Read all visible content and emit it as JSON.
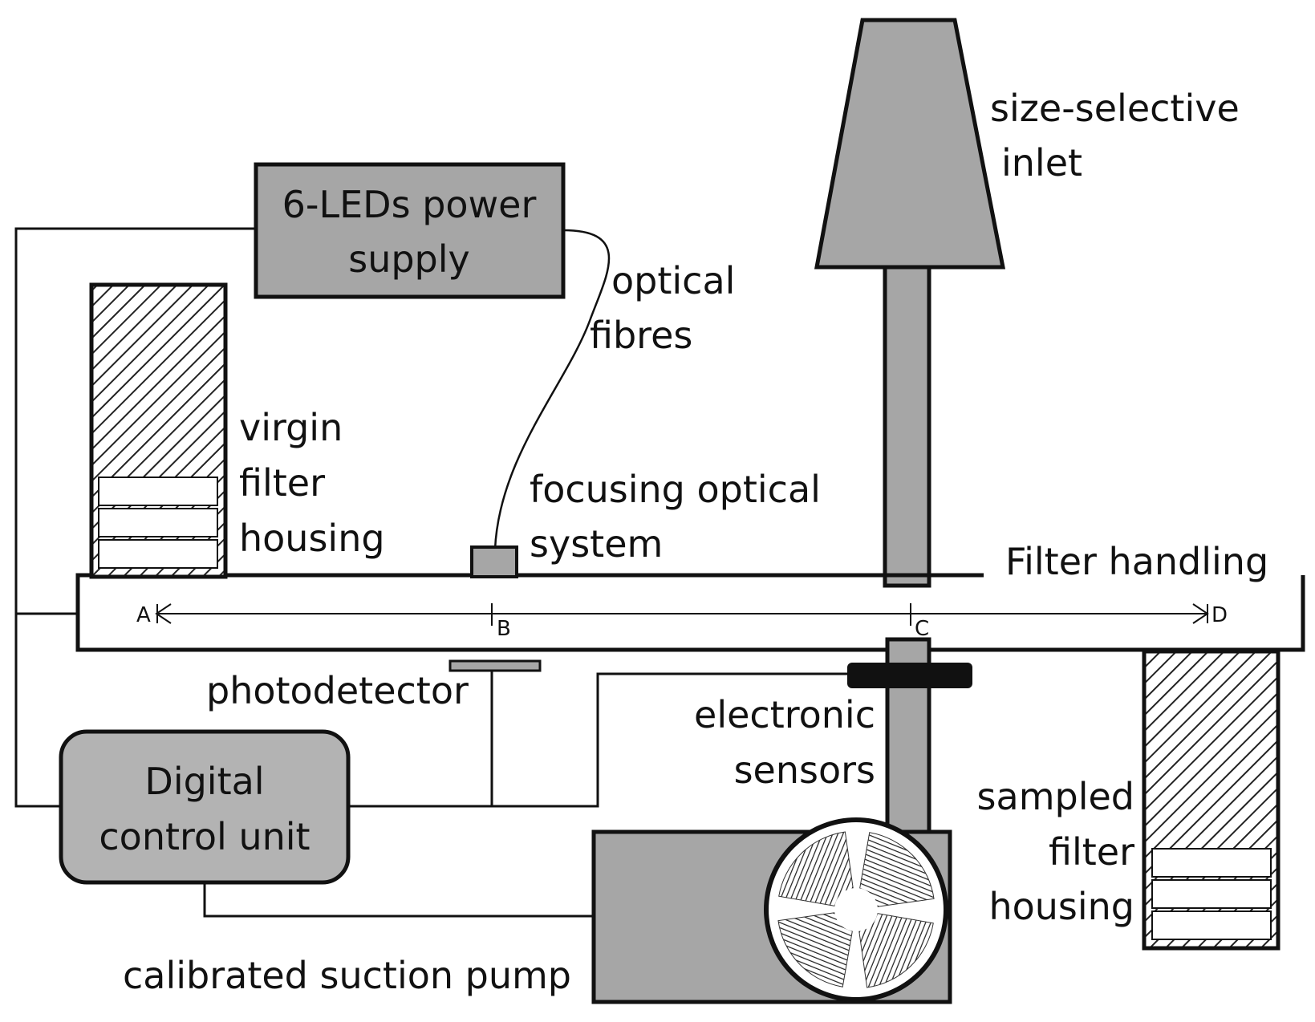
{
  "colors": {
    "background": "#ffffff",
    "stroke": "#111111",
    "component_fill": "#a6a6a6",
    "control_unit_fill": "#b3b3b3",
    "filter_fill": "#ffffff"
  },
  "labels": {
    "power_supply": [
      "6-LEDs power",
      "supply"
    ],
    "optical_fibres": [
      "optical",
      "fibres"
    ],
    "size_selective_inlet": [
      "size-selective",
      "inlet"
    ],
    "virgin_filter_housing": [
      "virgin",
      "filter",
      "housing"
    ],
    "focusing_optical_system": [
      "focusing optical",
      "system"
    ],
    "filter_handling": "Filter handling",
    "photodetector": "photodetector",
    "electronic_sensors": [
      "electronic",
      "sensors"
    ],
    "digital_control_unit": [
      "Digital",
      "control unit"
    ],
    "sampled_filter_housing": [
      "sampled",
      "filter",
      "housing"
    ],
    "calibrated_suction_pump": "calibrated suction pump"
  },
  "positions": {
    "a": "A",
    "b": "B",
    "c": "C",
    "d": "D"
  }
}
